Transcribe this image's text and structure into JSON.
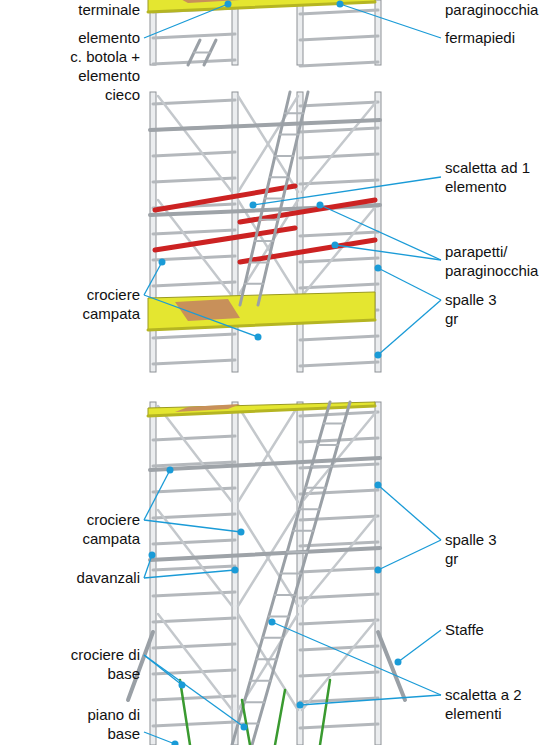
{
  "diagram": {
    "labels": [
      "terminale",
      "paraginocchia",
      "elemento c. botola + elemento cieco",
      "fermapiedi",
      "scaletta ad 1 elemento",
      "parapetti/ paraginocchia",
      "crociere campata",
      "spalle 3 gr",
      "crociere campata",
      "spalle 3 gr",
      "davanzali",
      "Staffe",
      "crociere di base",
      "scaletta a 2 elementi",
      "piano di base"
    ]
  }
}
